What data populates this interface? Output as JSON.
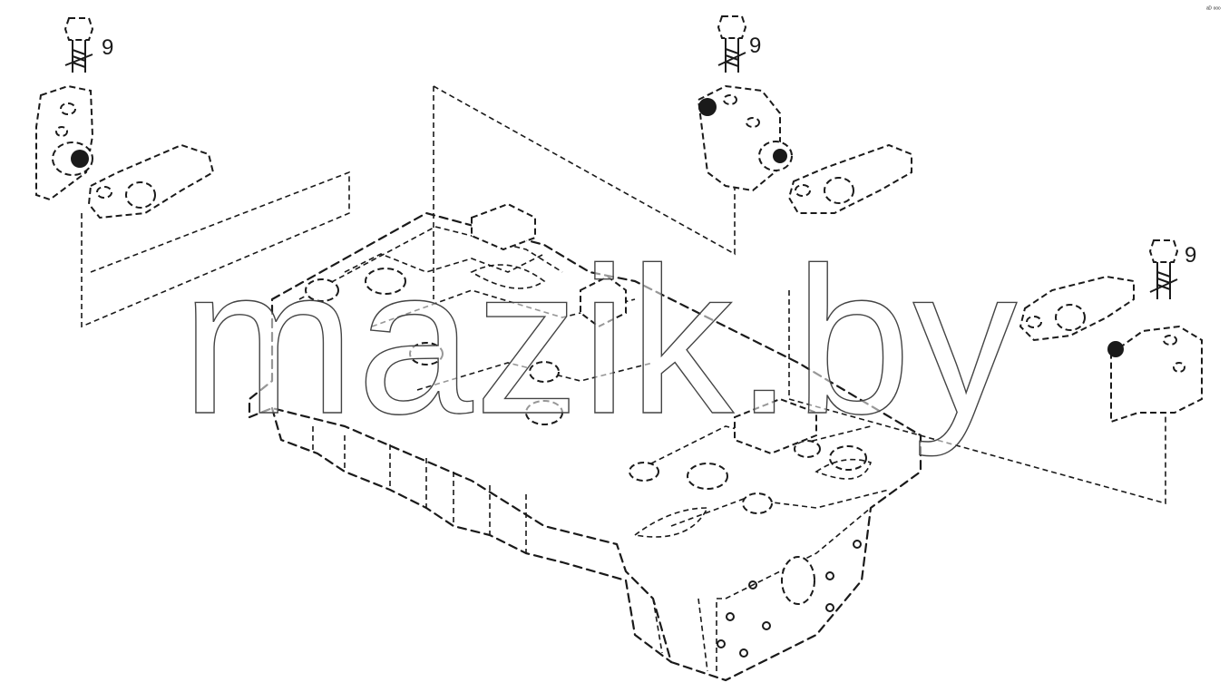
{
  "diagram": {
    "callouts": [
      {
        "id": "bolt-left",
        "number": "9"
      },
      {
        "id": "bolt-middle",
        "number": "9"
      },
      {
        "id": "bolt-right",
        "number": "9"
      }
    ],
    "corner_code": "ᵃᴰ ᵒᵒᵒ",
    "watermark": "mazik.by",
    "line_color": "#1a1a1a",
    "background": "#ffffff"
  }
}
